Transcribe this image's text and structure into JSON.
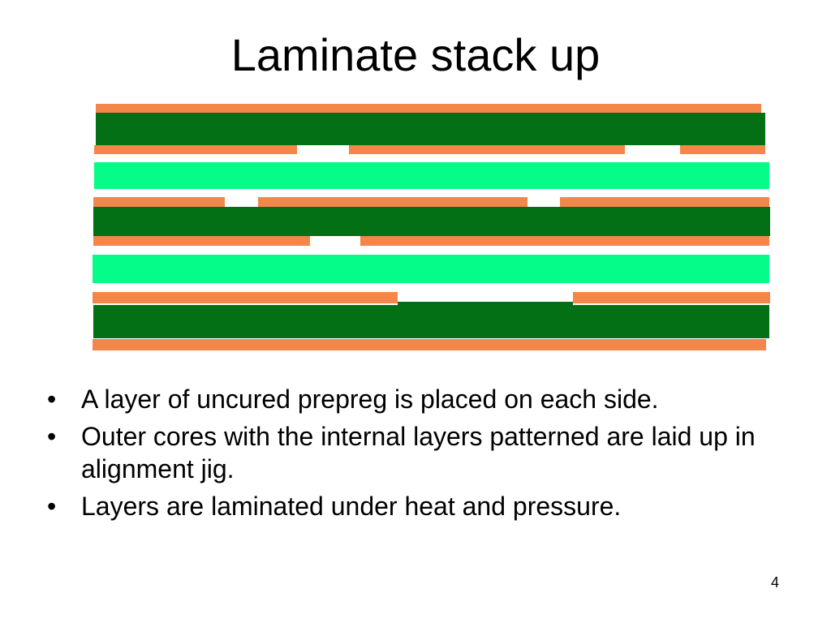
{
  "slide": {
    "title": "Laminate stack up",
    "page_number": "4",
    "bullet_symbol": "•",
    "bullets": [
      "A layer of uncured prepreg is placed on each side.",
      "Outer cores with the internal layers patterned are laid up in alignment jig.",
      "Layers are laminated under heat and pressure."
    ]
  },
  "diagram": {
    "colors": {
      "copper": "#f4864a",
      "core": "#047016",
      "prepreg": "#05fc88",
      "background": "#ffffff"
    }
  }
}
